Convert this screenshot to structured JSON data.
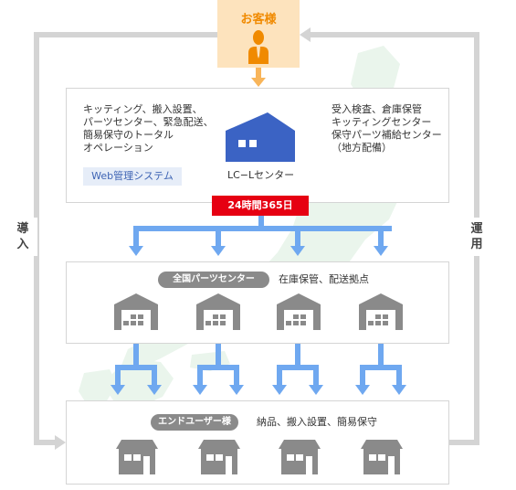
{
  "customer": {
    "label": "お客様"
  },
  "top_panel": {
    "left_lines": [
      "キッティング、搬入設置、",
      "パーツセンター、緊急配送、",
      "簡易保守のトータル",
      "オペレーション"
    ],
    "web_system": "Web管理システム",
    "center_label": "LC−Lセンター",
    "right_lines": [
      "受入検査、倉庫保管",
      "キッティングセンター",
      "保守パーツ補給センター",
      "（地方配備）"
    ]
  },
  "badge_24h": "24時間365日",
  "parts_panel": {
    "pill": "全国パーツセンター",
    "desc": "在庫保管、配送拠点"
  },
  "enduser_panel": {
    "pill": "エンドユーザー様",
    "desc": "納品、搬入設置、簡易保守"
  },
  "side_left": [
    "導",
    "入"
  ],
  "side_right": [
    "運",
    "用"
  ],
  "colors": {
    "accent_orange": "#f39a1e",
    "arrow_blue": "#6fa8f0",
    "badge_red": "#e60012",
    "building_blue": "#3b63c4",
    "side_gray": "#d4d4d4",
    "map_green": "#eaf5ec"
  }
}
